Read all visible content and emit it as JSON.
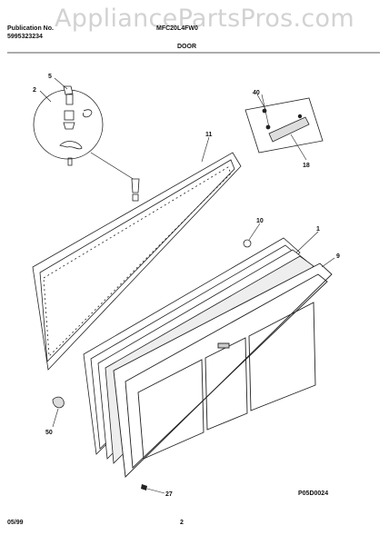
{
  "watermark": "AppliancePartsPros.com",
  "header": {
    "publication_label": "Publication No.",
    "publication_number": "5995323234",
    "model": "MFC20L4FW0",
    "section": "DOOR"
  },
  "callouts": {
    "c2": "2",
    "c5": "5",
    "c11": "11",
    "c40": "40",
    "c18": "18",
    "c10": "10",
    "c1": "1",
    "c9": "9",
    "c50": "50",
    "c27": "27"
  },
  "footer": {
    "date": "05/99",
    "page": "2",
    "figure_code": "P05D0024"
  }
}
